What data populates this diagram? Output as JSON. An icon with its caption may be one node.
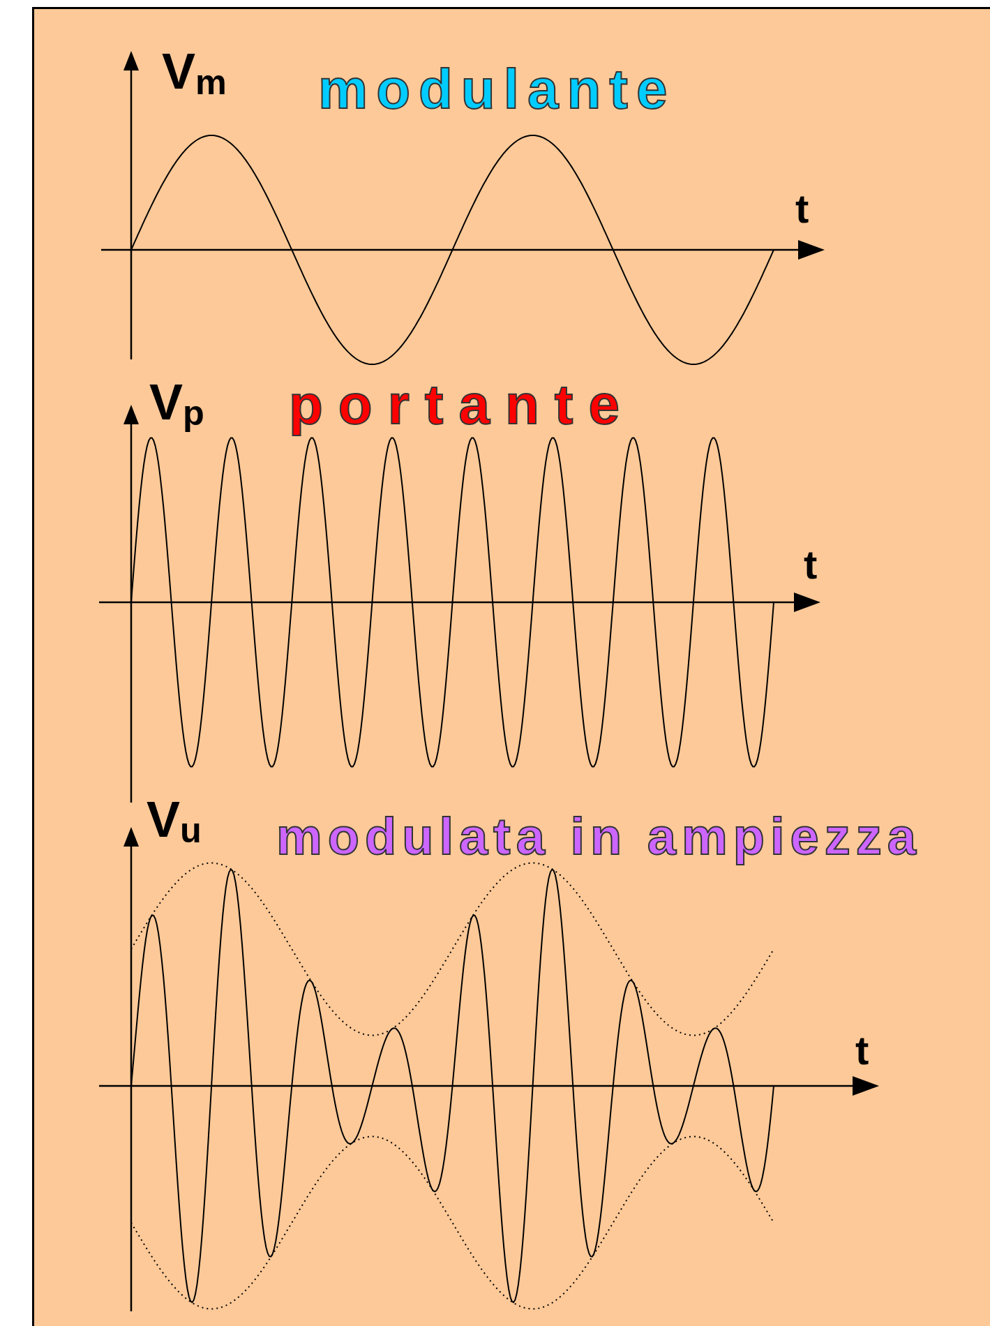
{
  "diagram": {
    "labels": [
      "V$_{m}$",
      "modulante",
      "t",
      "V$_{p}$",
      "portante",
      "t",
      "V$_{u}$",
      "modulata in ampiezza",
      "t"
    ]
  }
}
